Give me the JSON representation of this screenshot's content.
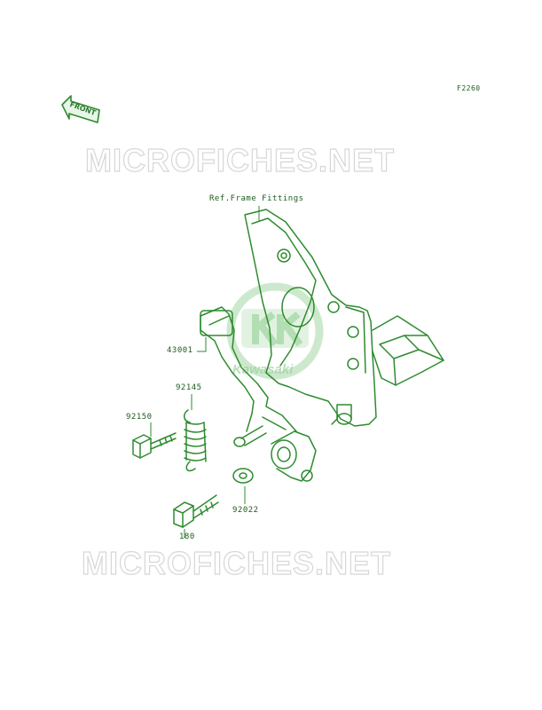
{
  "diagram": {
    "figure_code": "F2260",
    "front_label": "FRONT",
    "watermark_top": "MICROFICHES.NET",
    "watermark_bottom": "MICROFICHES.NET",
    "logo_text": "Kawasaki",
    "ref_label": "Ref.Frame Fittings",
    "parts": [
      {
        "number": "43001"
      },
      {
        "number": "92145"
      },
      {
        "number": "92150"
      },
      {
        "number": "92022"
      },
      {
        "number": "180"
      }
    ],
    "colors": {
      "line": "#2e8b2e",
      "label": "#1e5a1e",
      "watermark": "#d3d3d3",
      "logo": "#b8e0b8"
    }
  }
}
